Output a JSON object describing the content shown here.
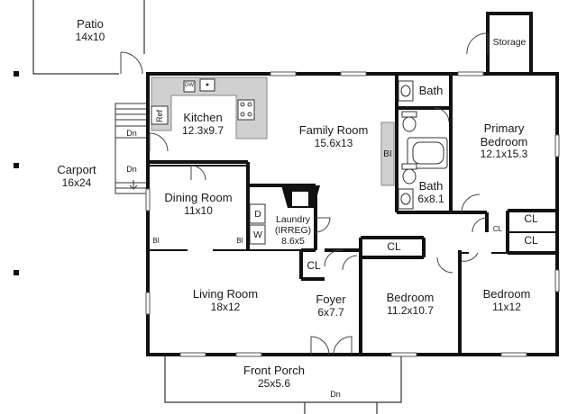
{
  "rooms": {
    "patio": {
      "name": "Patio",
      "dims": "14x10"
    },
    "carport": {
      "name": "Carport",
      "dims": "16x24"
    },
    "kitchen": {
      "name": "Kitchen",
      "dims": "12.3x9.7"
    },
    "family_room": {
      "name": "Family Room",
      "dims": "15.6x13"
    },
    "bath_upper": {
      "name": "Bath"
    },
    "bath_lower": {
      "name": "Bath",
      "dims": "6x8.1"
    },
    "primary_bedroom": {
      "name": "Primary Bedroom",
      "dims": "12.1x15.3"
    },
    "storage": {
      "name": "Storage"
    },
    "dining_room": {
      "name": "Dining Room",
      "dims": "11x10"
    },
    "laundry": {
      "name": "Laundry (IRREG)",
      "dims": "8.6x5"
    },
    "living_room": {
      "name": "Living Room",
      "dims": "18x12"
    },
    "foyer": {
      "name": "Foyer",
      "dims": "6x7.7"
    },
    "bedroom_mid": {
      "name": "Bedroom",
      "dims": "11.2x10.7"
    },
    "bedroom_right": {
      "name": "Bedroom",
      "dims": "11x12"
    },
    "front_porch": {
      "name": "Front Porch",
      "dims": "25x5.6"
    }
  },
  "markers": {
    "dn_porch": "Dn",
    "dn_step_1": "Dn",
    "dn_step_2": "Dn",
    "ref": "Ref",
    "dw": "DW",
    "fp": "FP",
    "bi_family": "BI",
    "bi_dining": "BI",
    "bi_laundry": "BI",
    "washer": "W",
    "dryer": "D",
    "cl_foyer": "CL",
    "cl_bedroom": "CL",
    "cl_hall": "CL",
    "cl_right_1": "CL",
    "cl_right_2": "CL"
  },
  "colors": {
    "wall": "#111111",
    "fixture": "#555555",
    "counter": "#d0d0d0",
    "bg": "#ffffff"
  }
}
